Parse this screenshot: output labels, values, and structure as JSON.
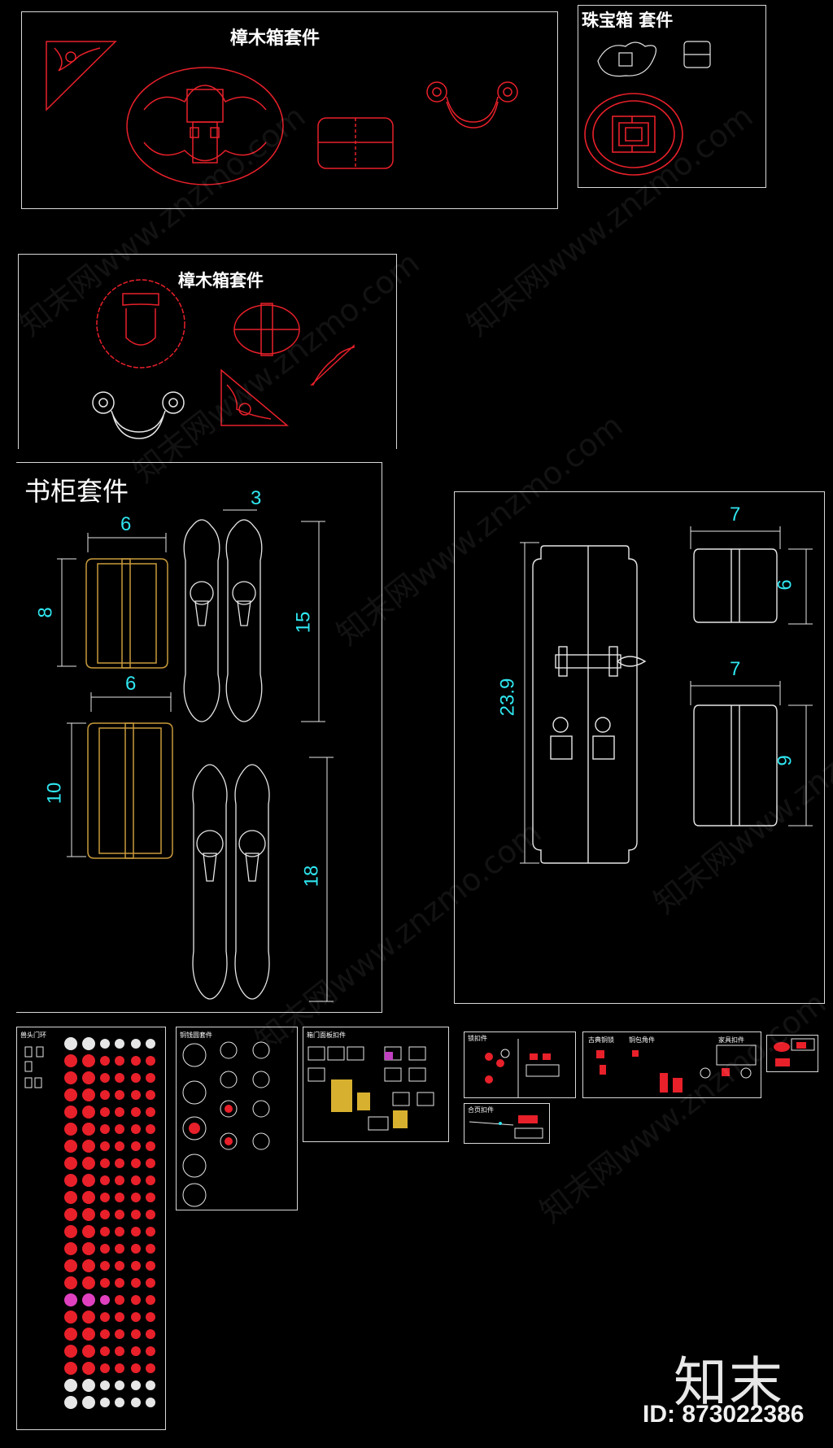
{
  "panels": {
    "camphor_top": {
      "title": "樟木箱套件"
    },
    "jewelry": {
      "title": "珠宝箱 套件"
    },
    "camphor_mid": {
      "title": "樟木箱套件"
    },
    "bookcase": {
      "title": "书柜套件"
    }
  },
  "dimensions": {
    "hinge_small_width": "6",
    "hinge_small_height": "8",
    "hinge_large_width": "6",
    "hinge_large_height": "10",
    "plate_gap": "3",
    "plate_short_height": "15",
    "plate_long_height": "18",
    "door_height": "23.9",
    "hinge_right_top_width": "7",
    "hinge_right_top_height": "6",
    "hinge_right_bottom_width": "7",
    "hinge_right_bottom_height": "9"
  },
  "thumbnails": {
    "t1": "兽头门环",
    "t2": "铜钱圆套件",
    "t3": "箱门面板扣件",
    "t4": "锁扣件",
    "t5": "合页扣件",
    "t6": "古典铜锁",
    "t7": "铜包角件",
    "t8": "家具扣件"
  },
  "watermark": {
    "text": "知末网www.znzmo.com"
  },
  "brand": {
    "logo": "知末",
    "id_label": "ID: 873022386"
  },
  "colors": {
    "red": "#e8202a",
    "cyan": "#2fe6f0",
    "gold": "#c89a3c",
    "white": "#e6e6e6"
  }
}
